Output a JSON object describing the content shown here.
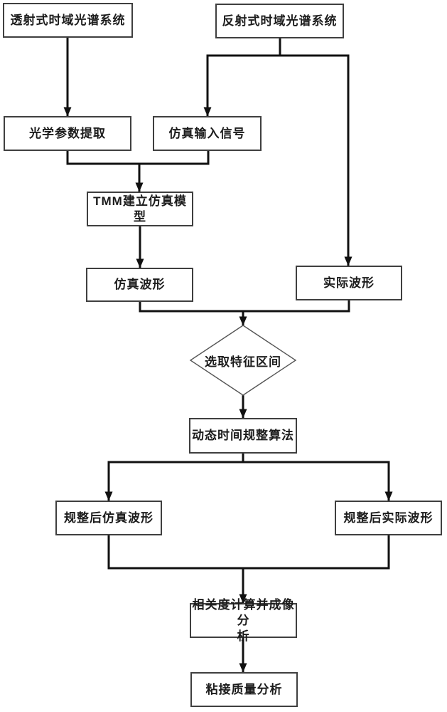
{
  "diagram": {
    "type": "flowchart",
    "nodes": {
      "transmission_system": {
        "label": "透射式时域光谱系统",
        "shape": "rect"
      },
      "reflection_system": {
        "label": "反射式时域光谱系统",
        "shape": "rect"
      },
      "optical_params": {
        "label": "光学参数提取",
        "shape": "rect"
      },
      "sim_input": {
        "label": "仿真输入信号",
        "shape": "rect"
      },
      "tmm_model": {
        "label": "TMM建立仿真模型",
        "shape": "rect"
      },
      "sim_waveform": {
        "label": "仿真波形",
        "shape": "rect"
      },
      "actual_waveform": {
        "label": "实际波形",
        "shape": "rect"
      },
      "feature_interval": {
        "label": "选取特征区间",
        "shape": "diamond"
      },
      "dtw_algorithm": {
        "label": "动态时间规整算法",
        "shape": "rect"
      },
      "warped_sim_waveform": {
        "label": "规整后仿真波形",
        "shape": "rect"
      },
      "warped_actual_waveform": {
        "label": "规整后实际波形",
        "shape": "rect"
      },
      "correlation_imaging": {
        "label": "相关度计算并成像分\n析",
        "shape": "rect"
      },
      "bonding_quality": {
        "label": "粘接质量分析",
        "shape": "rect"
      }
    },
    "edges": [
      {
        "from": "transmission_system",
        "to": "optical_params"
      },
      {
        "from": "reflection_system",
        "to": "sim_input"
      },
      {
        "from": "reflection_system",
        "to": "actual_waveform"
      },
      {
        "from": "optical_params",
        "to": "tmm_model"
      },
      {
        "from": "sim_input",
        "to": "tmm_model"
      },
      {
        "from": "tmm_model",
        "to": "sim_waveform"
      },
      {
        "from": "sim_waveform",
        "to": "feature_interval"
      },
      {
        "from": "actual_waveform",
        "to": "feature_interval"
      },
      {
        "from": "feature_interval",
        "to": "dtw_algorithm"
      },
      {
        "from": "dtw_algorithm",
        "to": "warped_sim_waveform"
      },
      {
        "from": "dtw_algorithm",
        "to": "warped_actual_waveform"
      },
      {
        "from": "warped_sim_waveform",
        "to": "correlation_imaging"
      },
      {
        "from": "warped_actual_waveform",
        "to": "correlation_imaging"
      },
      {
        "from": "correlation_imaging",
        "to": "bonding_quality"
      }
    ],
    "colors": {
      "connector": "#111111",
      "node_border": "#3f3f3f",
      "node_fill": "#ffffff",
      "text": "#1c1c1c",
      "background": "#ffffff"
    }
  }
}
